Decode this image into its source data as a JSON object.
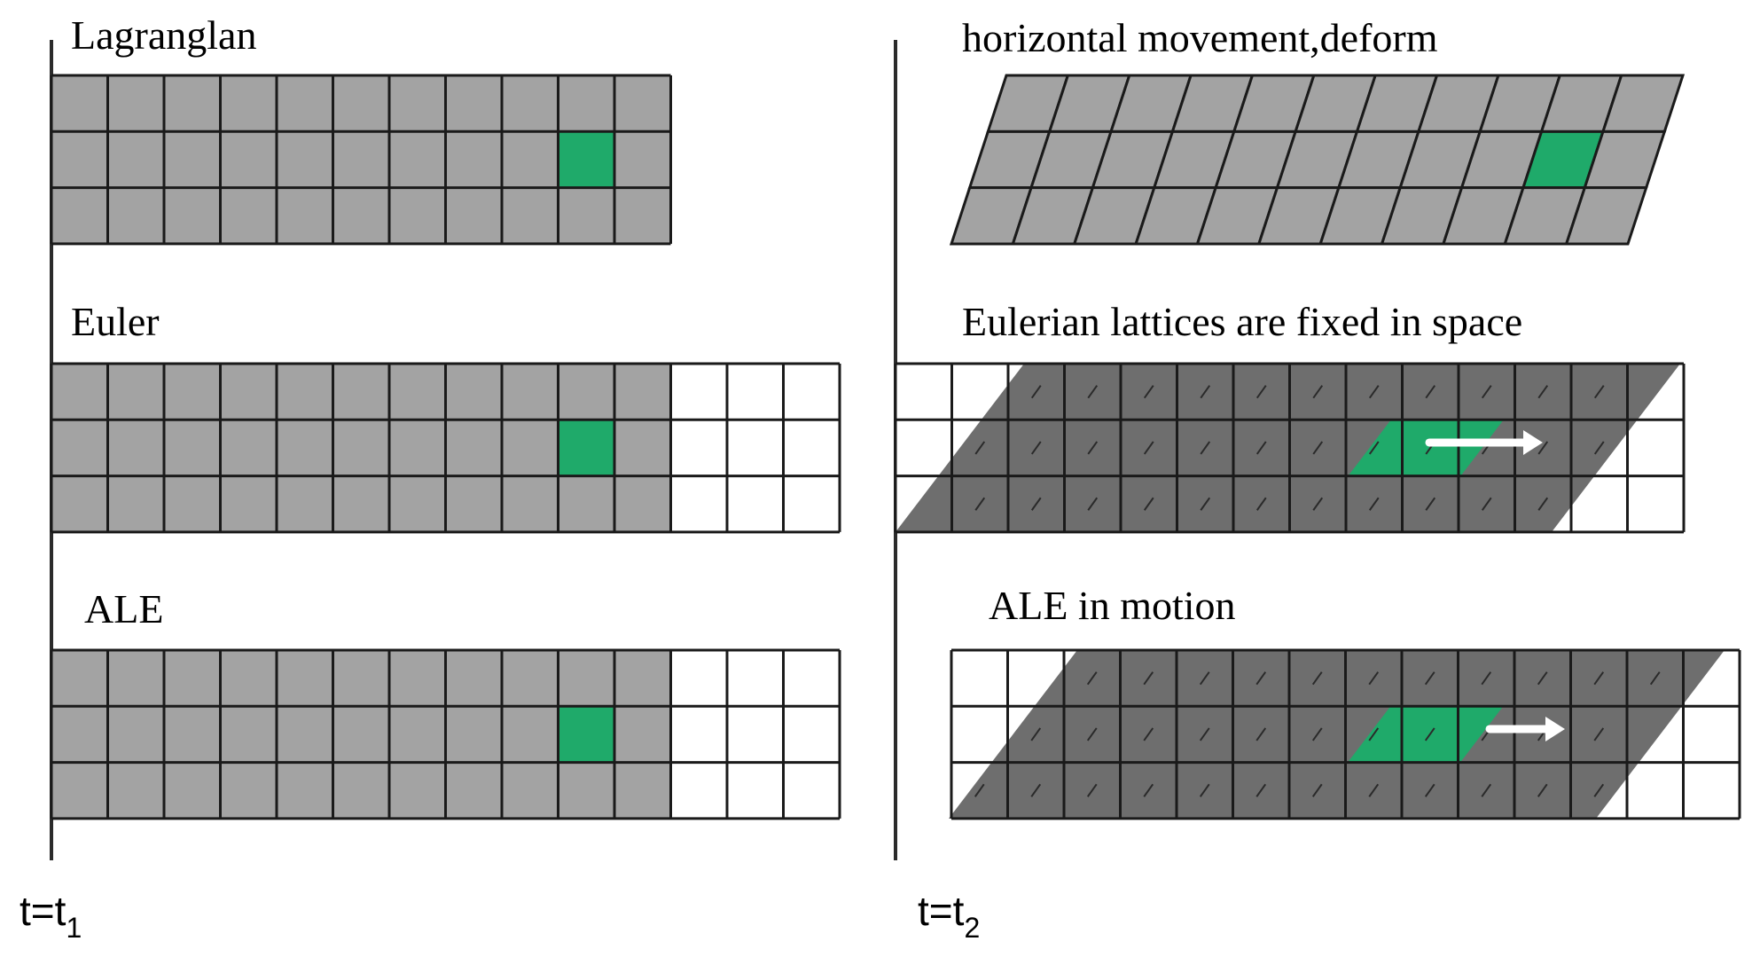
{
  "colors": {
    "grid_line": "#1a1a1a",
    "material": "#a3a3a3",
    "material_dark": "#6e6e6e",
    "highlight": "#1faa6a",
    "background": "#ffffff",
    "arrow": "#ffffff"
  },
  "left_column": {
    "time_label": {
      "base": "t=t",
      "sub": "1"
    },
    "panels": [
      {
        "title": "Lagranglan"
      },
      {
        "title": "Euler"
      },
      {
        "title": "ALE"
      }
    ]
  },
  "right_column": {
    "time_label": {
      "base": "t=t",
      "sub": "2"
    },
    "panels": [
      {
        "title": "horizontal movement,deform"
      },
      {
        "title": "Eulerian lattices are fixed in space"
      },
      {
        "title": "ALE in motion"
      }
    ]
  }
}
